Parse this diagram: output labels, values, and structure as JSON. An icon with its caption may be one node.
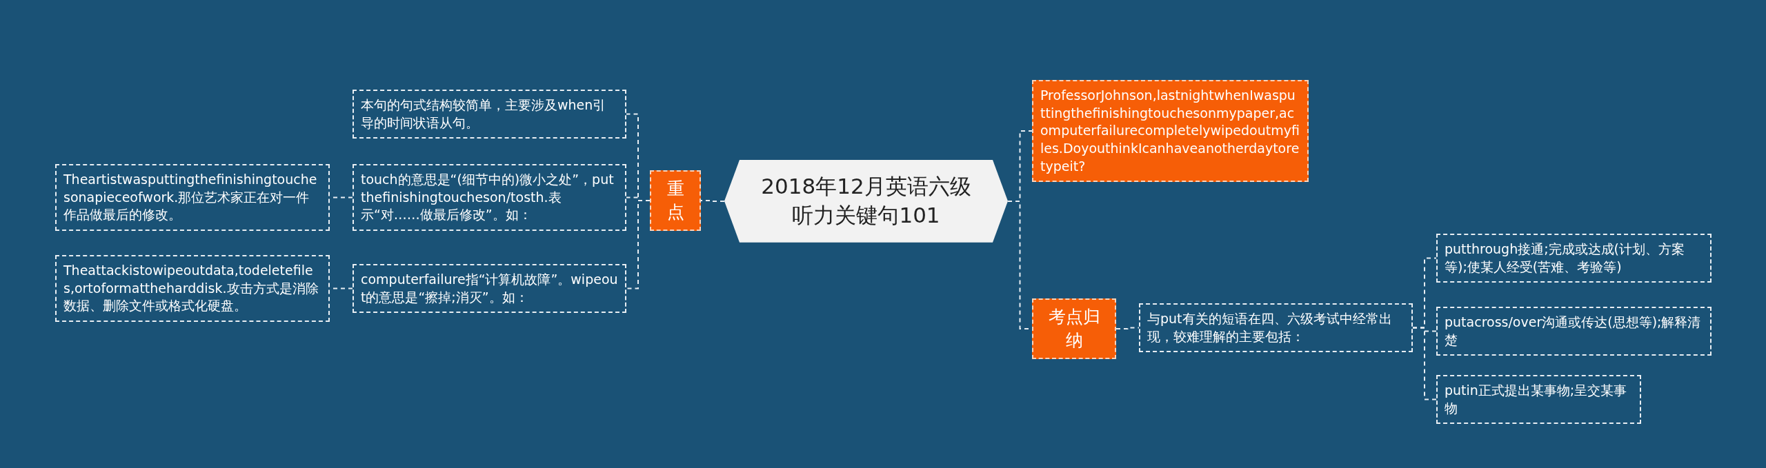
{
  "diagram": {
    "nodes": [
      {
        "text": [
          "2018年12月英语六级听力关键句101"
        ]
      },
      {
        "text": [
          "重点"
        ]
      },
      {
        "text": [
          "本句的句式结构较简单，主要涉及when引导的时间状语从句。"
        ]
      },
      {
        "text": [
          "touch的意思是“(细节中的)微小之处”，putthefinishingtoucheson/tosth.表示“对……做最后修改”。如："
        ]
      },
      {
        "text": [
          "computerfailure指“计算机故障”。wipeout的意思是“擦掉;消灭”。如："
        ]
      },
      {
        "text": [
          "Theartistwasputtingthefinishingtouchesonapieceofwork.那位艺术家正在对一件作品做最后的修改。"
        ]
      },
      {
        "text": [
          "Theattackistowipeoutdata,todeletefiles,ortoformattheharddisk.攻击方式是消除数据、删除文件或格式化硬盘。"
        ]
      },
      {
        "text": [
          "ProfessorJohnson,lastnightwhenIwasputtingthefinishingtouchesonmypaper,acomputerfailurecompletelywipedoutmyfiles.DoyouthinkIcanhaveanotherdaytoretypeit?"
        ]
      },
      {
        "text": [
          "考点归纳"
        ]
      },
      {
        "text": [
          "与put有关的短语在四、六级考试中经常出现，较难理解的主要包括："
        ]
      },
      {
        "text": [
          "putthrough接通;完成或达成(计划、方案等);使某人经受(苦难、考验等)"
        ]
      },
      {
        "text": [
          "putacross/over沟通或传达(思想等);解释清楚"
        ]
      },
      {
        "text": [
          "putin正式提出某事物;呈交某事物"
        ]
      }
    ],
    "edges": [
      {
        "from": 0,
        "to": 1,
        "arrow": "none"
      },
      {
        "from": 1,
        "to": 2,
        "arrow": "none"
      },
      {
        "from": 1,
        "to": 3,
        "arrow": "none"
      },
      {
        "from": 1,
        "to": 4,
        "arrow": "none"
      },
      {
        "from": 3,
        "to": 5,
        "arrow": "none"
      },
      {
        "from": 4,
        "to": 6,
        "arrow": "none"
      },
      {
        "from": 0,
        "to": 7,
        "arrow": "none"
      },
      {
        "from": 0,
        "to": 8,
        "arrow": "none"
      },
      {
        "from": 8,
        "to": 9,
        "arrow": "none"
      },
      {
        "from": 9,
        "to": 10,
        "arrow": "none"
      },
      {
        "from": 9,
        "to": 11,
        "arrow": "none"
      },
      {
        "from": 9,
        "to": 12,
        "arrow": "none"
      }
    ]
  }
}
